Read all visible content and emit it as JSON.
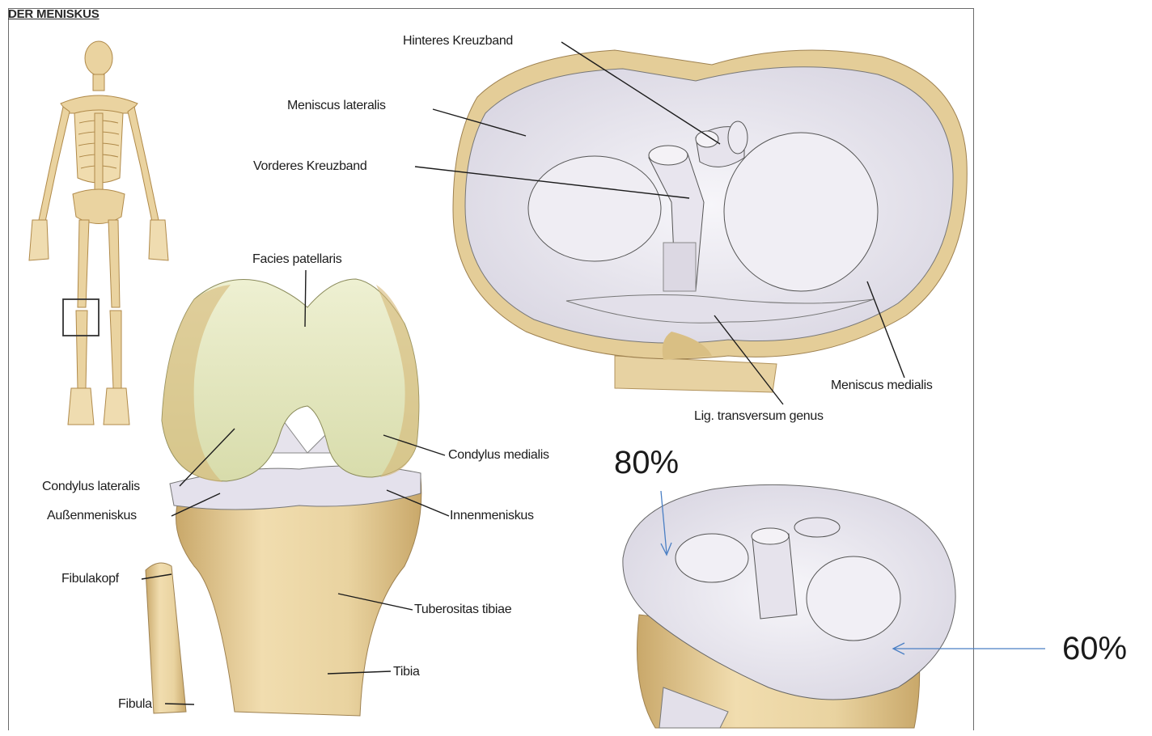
{
  "title": "DER MENISKUS",
  "labels": {
    "hinteres_kreuzband": "Hinteres Kreuzband",
    "meniscus_lateralis": "Meniscus lateralis",
    "vorderes_kreuzband": "Vorderes Kreuzband",
    "facies_patellaris": "Facies patellaris",
    "condylus_medialis": "Condylus medialis",
    "condylus_lateralis": "Condylus lateralis",
    "aussenmeniskus": "Außenmeniskus",
    "innenmeniskus": "Innenmeniskus",
    "fibulakopf": "Fibulakopf",
    "tuberositas_tibiae": "Tuberositas tibiae",
    "tibia": "Tibia",
    "fibula": "Fibula",
    "meniscus_medialis": "Meniscus medialis",
    "lig_transversum_genus": "Lig. transversum genus"
  },
  "annotations": {
    "lateral_percent": "80%",
    "medial_percent": "60%",
    "arrow_color": "#4a7fc4"
  },
  "colors": {
    "bone": "#e9d3a0",
    "bone_shadow": "#c9a86a",
    "cartilage": "#e4e8c0",
    "meniscus": "#eceaf2",
    "ligament": "#e6e3ec"
  }
}
